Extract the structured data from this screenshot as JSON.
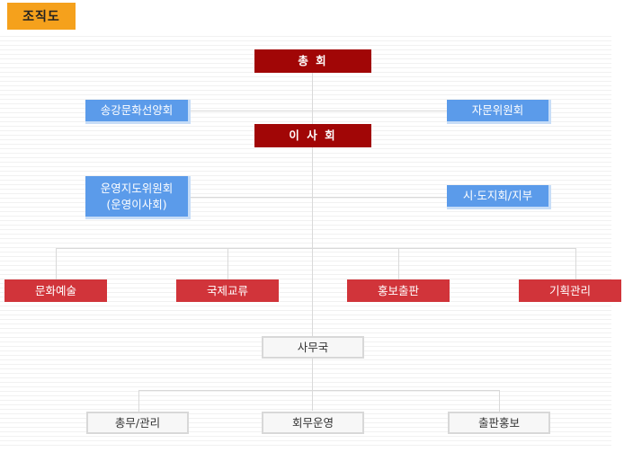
{
  "title": "조직도",
  "top": {
    "general_assembly": "총 회",
    "board": "이 사 회"
  },
  "side": {
    "foundation": "송강문화선양회",
    "advisory": "자문위원회",
    "steering": "운영지도위원회\n(운영이사회)",
    "branches": "시·도지회/지부"
  },
  "departments": [
    "문화예술",
    "국제교류",
    "홍보출판",
    "기획관리"
  ],
  "secretariat": "사무국",
  "sections": [
    "총무/관리",
    "회무운영",
    "출판홍보"
  ],
  "colors": {
    "title_tab": "#f5a11c",
    "top_node": "#a10606",
    "side_node": "#5b9bea",
    "department": "#d1343a"
  }
}
